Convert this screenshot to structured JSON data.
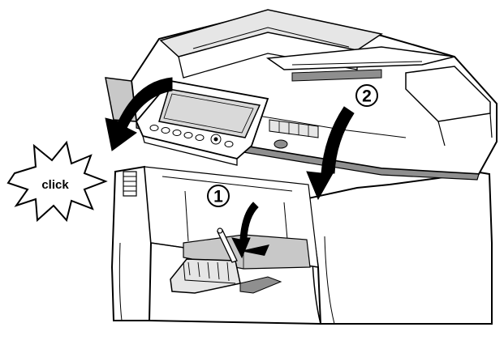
{
  "figure": {
    "subject": "printer-scanner-lid-closing",
    "colors": {
      "line": "#000000",
      "body_fill": "#ffffff",
      "shade_light": "#e6e6e6",
      "shade_mid": "#c8c8c8",
      "shade_dark": "#8f8f8f",
      "arrow_fill": "#000000",
      "screen_fill": "#d9d9d9"
    }
  },
  "steps": [
    {
      "number": "1",
      "action": "push-lever-down"
    },
    {
      "number": "2",
      "action": "lower-scanner-unit"
    }
  ],
  "callout": {
    "text": "click"
  }
}
